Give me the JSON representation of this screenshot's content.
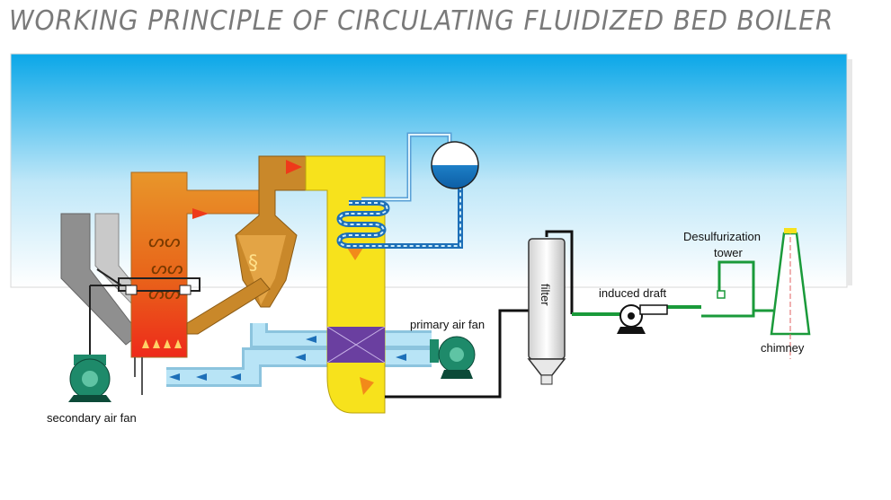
{
  "title": "WORKING PRINCIPLE OF CIRCULATING FLUIDIZED BED BOILER",
  "labels": {
    "secondary_air_fan": "secondary air fan",
    "primary_air_fan": "primary air fan",
    "filter": "filter",
    "induced_draft": "induced draft",
    "desulfurization_line1": "Desulfurization",
    "desulfurization_line2": "tower",
    "chimney": "chimney"
  },
  "colors": {
    "sky_top": "#0aa7e8",
    "furnace_orange": "#e07a10",
    "flame_red": "#ee2a1a",
    "boiler_yellow": "#f7e21c",
    "air_duct_blue": "#aee0f2",
    "economizer_purple": "#6a3fa0",
    "fan_green": "#1e8a6a",
    "flue_pipe_green": "#1a9a3a",
    "cyclone_brown": "#c9882a"
  }
}
